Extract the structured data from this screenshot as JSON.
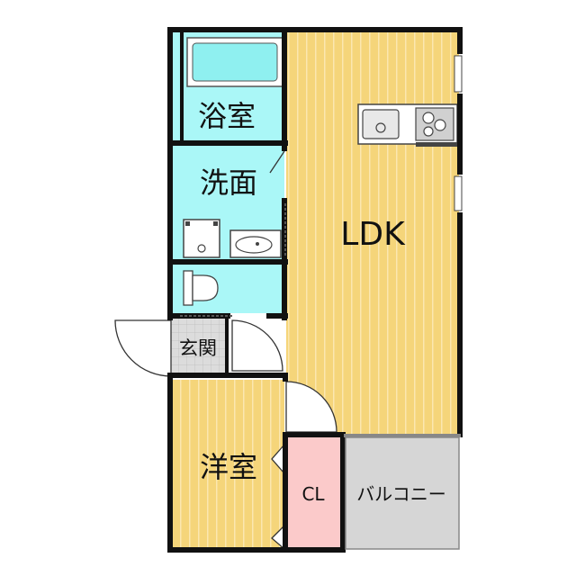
{
  "rooms": {
    "bath": "浴室",
    "washroom": "洗面",
    "ldk": "LDK",
    "entrance": "玄関",
    "western_room": "洋室",
    "closet": "CL",
    "balcony": "バルコニー"
  },
  "colors": {
    "wood": "#f5d57a",
    "wood_stripe": "#ffffff",
    "water": "#aaf7f7",
    "closet": "#fbcaca",
    "balcony": "#d6d6d6",
    "entrance": "#dcdcdc",
    "wall": "#111111"
  }
}
